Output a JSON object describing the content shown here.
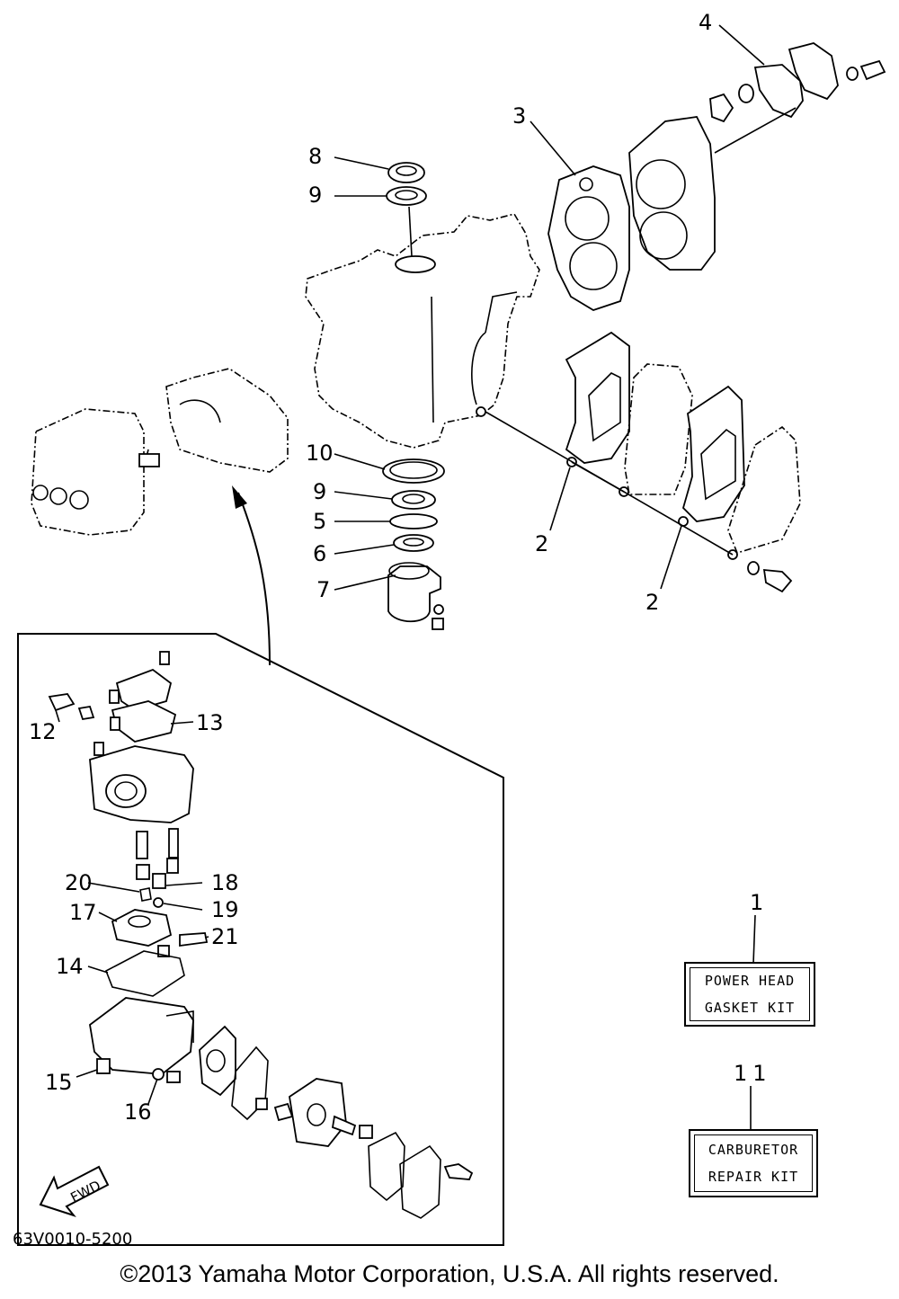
{
  "callouts": {
    "c1": "1",
    "c2a": "2",
    "c2b": "2",
    "c3": "3",
    "c4": "4",
    "c5": "5",
    "c6": "6",
    "c7": "7",
    "c8": "8",
    "c9a": "9",
    "c9b": "9",
    "c10": "10",
    "c11": "11",
    "c12": "12",
    "c13": "13",
    "c14": "14",
    "c15": "15",
    "c16": "16",
    "c17": "17",
    "c18": "18",
    "c19": "19",
    "c20": "20",
    "c21": "21"
  },
  "kits": {
    "power_head": {
      "line1": "POWER HEAD",
      "line2": "GASKET KIT"
    },
    "carburetor": {
      "line1": "CARBURETOR",
      "line2": "REPAIR KIT"
    }
  },
  "fwd_label": "FWD",
  "doc_number": "63V0010-5200",
  "copyright": "©2013 Yamaha Motor Corporation, U.S.A. All rights reserved."
}
